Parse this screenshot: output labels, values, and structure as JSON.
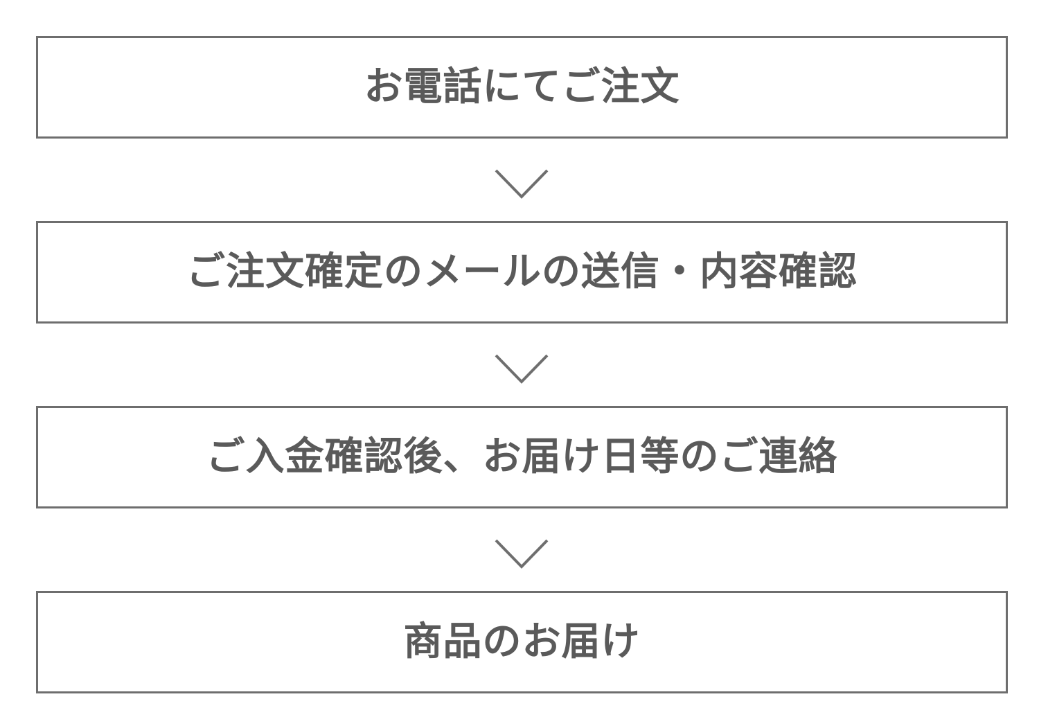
{
  "steps": [
    {
      "label": "お電話にてご注文"
    },
    {
      "label": "ご注文確定のメールの送信・内容確認"
    },
    {
      "label": "ご入金確認後、お届け日等のご連絡"
    },
    {
      "label": "商品のお届け"
    }
  ],
  "connector_icon": "chevron-down-icon",
  "colors": {
    "border": "#6e6e6e",
    "text": "#5a5a5a",
    "background": "#ffffff"
  }
}
